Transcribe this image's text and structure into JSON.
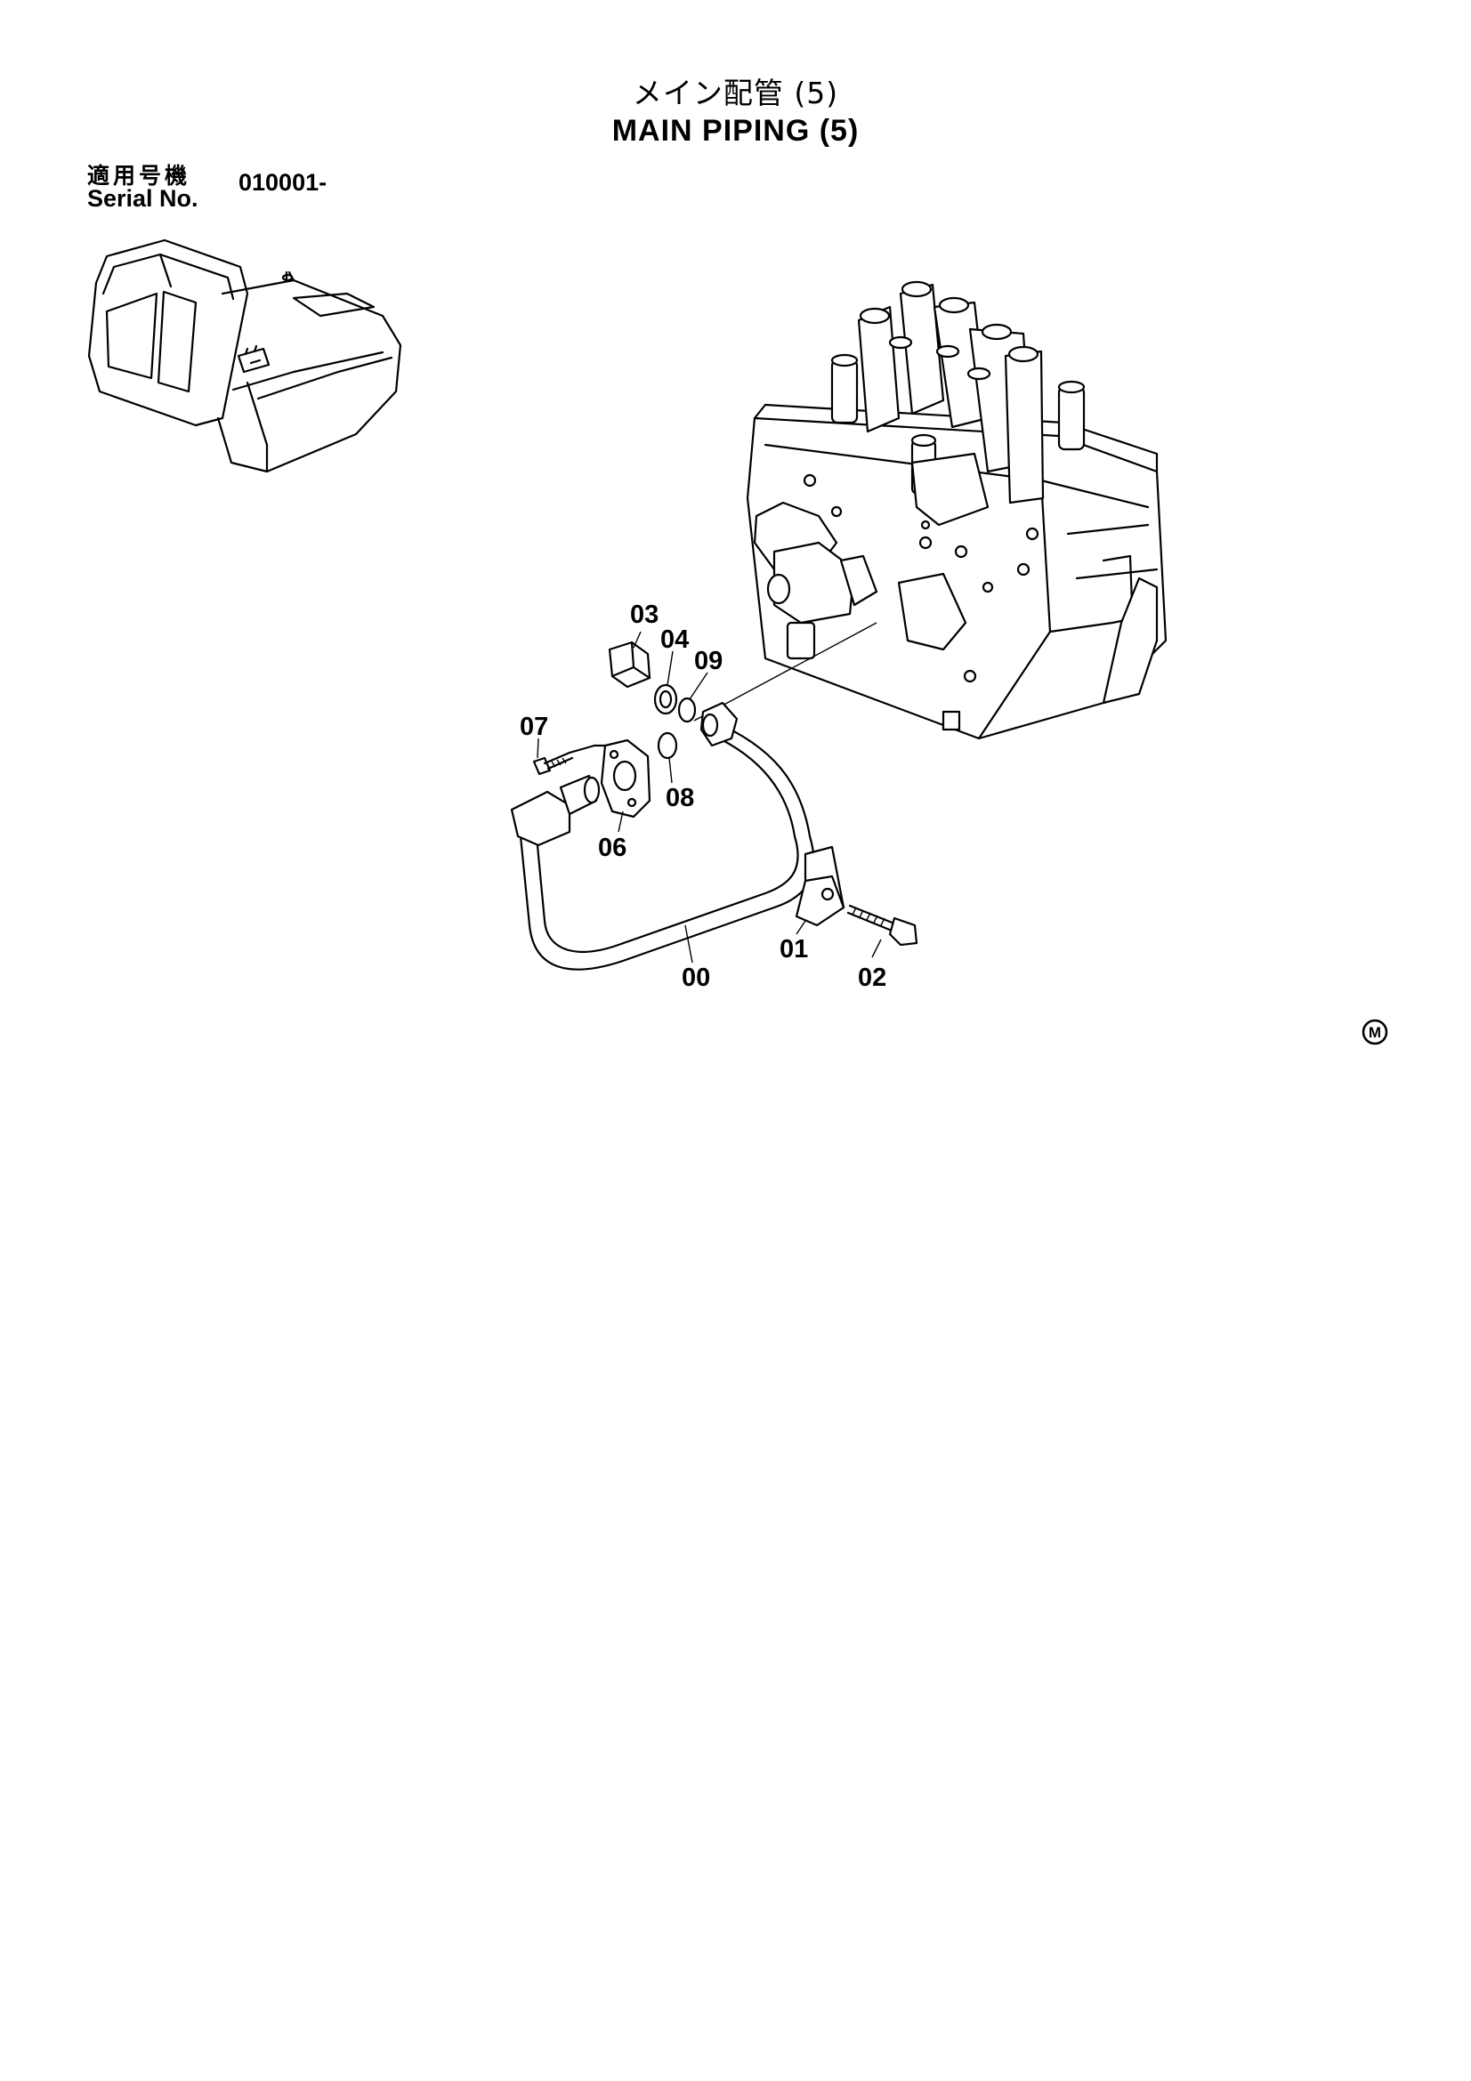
{
  "title": {
    "jp": "メイン配管 (5)",
    "en": "MAIN PIPING (5)"
  },
  "serial": {
    "label_jp": "適用号機",
    "label_en": "Serial No.",
    "value": "010001-"
  },
  "callouts": {
    "c00": "00",
    "c01": "01",
    "c02": "02",
    "c03": "03",
    "c04": "04",
    "c06": "06",
    "c07": "07",
    "c08": "08",
    "c09": "09"
  },
  "corner_mark": "M"
}
